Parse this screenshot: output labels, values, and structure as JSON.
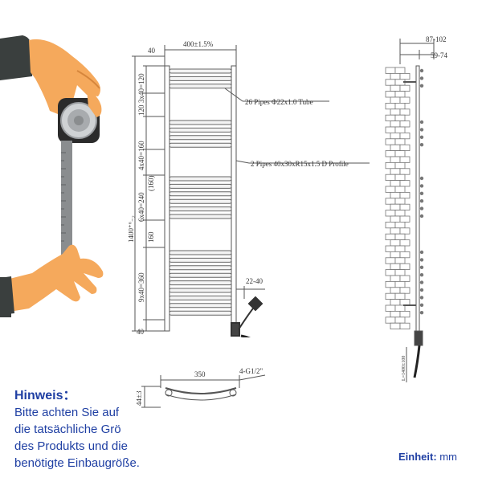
{
  "dimensions": {
    "width": "400±1.5%",
    "left_offset": "40",
    "height": "1400⁺⁶₋₂",
    "top_group": "3x40=120",
    "gap1": "120",
    "group2": "4x40=160",
    "gap2": "(160)",
    "group3": "6x40=240",
    "gap3": "160",
    "group4": "9x40=360",
    "bottom_offset": "40",
    "depth_total": "87-102",
    "depth_wall": "59-74",
    "element_offset": "22-40",
    "bottom_width": "350",
    "connector": "4-G1/2\"",
    "bottom_depth": "44±3",
    "side_cable": "L=1400±100"
  },
  "annotations": {
    "pipes": "26 Pipes Φ22x1.0 Tube",
    "profile": "2 Pipes 40x30xR15x1.5 D Profile"
  },
  "note": {
    "title": "Hinweis：",
    "lines": [
      "Bitte achten Sie auf",
      "die tatsächliche Grö",
      "des Produkts und die",
      "benötigte Einbaugröße."
    ]
  },
  "unit": {
    "label": "Einheit:",
    "value": "mm"
  },
  "colors": {
    "skin": "#f5a95c",
    "sleeve": "#3a3f3e",
    "tape_body": "#2b2b2b",
    "tape_blade": "#8a8d8f",
    "text_blue": "#1f3fa3",
    "line": "#555555"
  }
}
